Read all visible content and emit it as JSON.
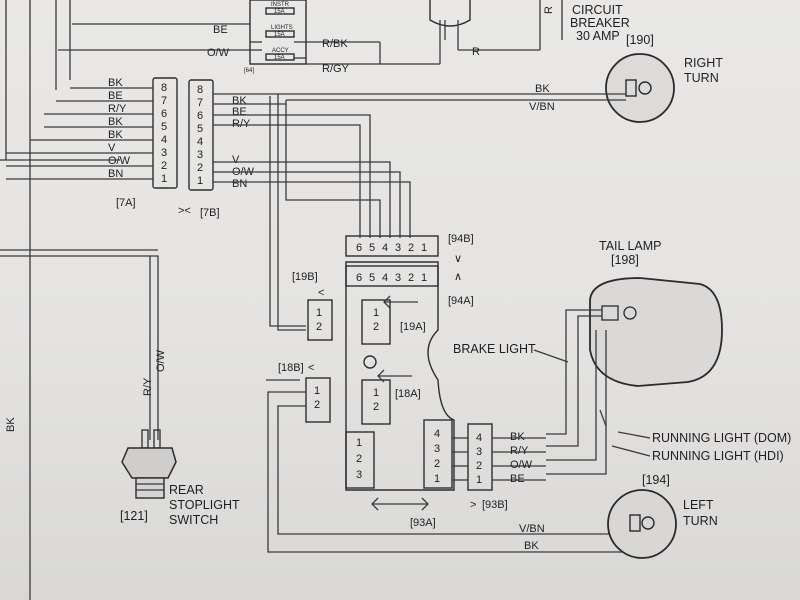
{
  "top": {
    "be": "BE",
    "ow": "O/W",
    "rbk": "R/BK",
    "rgy": "R/GY",
    "fuse_instr": "INSTR",
    "fuse_instr_amp": "15A",
    "fuse_lights": "LIGHTS",
    "fuse_lights_amp": "15A",
    "fuse_accy": "ACCY",
    "fuse_accy_amp": "15A",
    "fuse_ref": "[64]",
    "r_label": "R",
    "r_side": "R",
    "breaker_l1": "CIRCUIT",
    "breaker_l2": "BREAKER",
    "breaker_l3": "30 AMP"
  },
  "connector_7a": {
    "label": "[7A]",
    "pins": [
      "8",
      "7",
      "6",
      "5",
      "4",
      "3",
      "2",
      "1"
    ],
    "wires": [
      "BK",
      "BE",
      "R/Y",
      "BK",
      "BK",
      "V",
      "O/W",
      "BN"
    ]
  },
  "connector_7b": {
    "label": "[7B]",
    "pins": [
      "8",
      "7",
      "6",
      "5",
      "4",
      "3",
      "2",
      "1"
    ],
    "wires": [
      "BK",
      "BE",
      "R/Y",
      "",
      "",
      "V",
      "O/W",
      "BN"
    ]
  },
  "right_turn": {
    "ref": "[190]",
    "l1": "RIGHT",
    "l2": "TURN",
    "w1": "BK",
    "w2": "V/BN"
  },
  "conn_94": {
    "b_label": "[94B]",
    "a_label": "[94A]",
    "pins": [
      "6",
      "5",
      "4",
      "3",
      "2",
      "1"
    ]
  },
  "tail_lamp": {
    "l1": "TAIL LAMP",
    "ref": "[198]"
  },
  "conn_19": {
    "b_label": "[19B]",
    "a_label": "[19A]",
    "pins": [
      "1",
      "2"
    ]
  },
  "conn_18": {
    "b_label": "[18B]",
    "a_label": "[18A]",
    "pins": [
      "1",
      "2"
    ]
  },
  "brake_light": "BRAKE LIGHT",
  "left_side_wire": "BK",
  "stoplight_wires": {
    "ry": "R/Y",
    "ow": "O/W"
  },
  "rear_switch": {
    "ref": "[121]",
    "l1": "REAR",
    "l2": "STOPLIGHT",
    "l3": "SWITCH"
  },
  "conn_93": {
    "a_label": "[93A]",
    "b_label": "[93B]",
    "left_pins": [
      "1",
      "2",
      "3"
    ],
    "right_pins": [
      "4",
      "3",
      "2",
      "1"
    ],
    "b_pins": [
      "4",
      "3",
      "2",
      "1"
    ],
    "b_wires": [
      "BK",
      "R/Y",
      "O/W",
      "BE"
    ]
  },
  "running_dom": "RUNNING LIGHT (DOM)",
  "running_hdi": "RUNNING LIGHT (HDI)",
  "left_turn": {
    "ref": "[194]",
    "l1": "LEFT",
    "l2": "TURN",
    "w1": "V/BN",
    "w2": "BK"
  }
}
